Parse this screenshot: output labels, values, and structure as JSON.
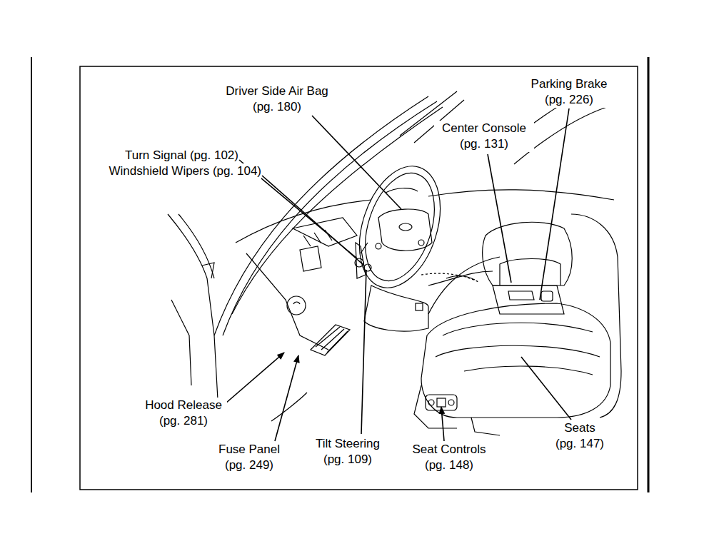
{
  "diagram": {
    "labels": [
      "Driver Side Air Bag (pg. 180)",
      "Parking Brake (pg. 226)",
      "Center Console (pg. 131)",
      "Turn Signal (pg. 102)",
      "Windshield Wipers (pg. 104)",
      "Hood Release (pg. 281)",
      "Fuse Panel (pg. 249)",
      "Tilt Steering (pg. 109)",
      "Seat Controls (pg. 148)",
      "Seats (pg. 147)"
    ]
  }
}
